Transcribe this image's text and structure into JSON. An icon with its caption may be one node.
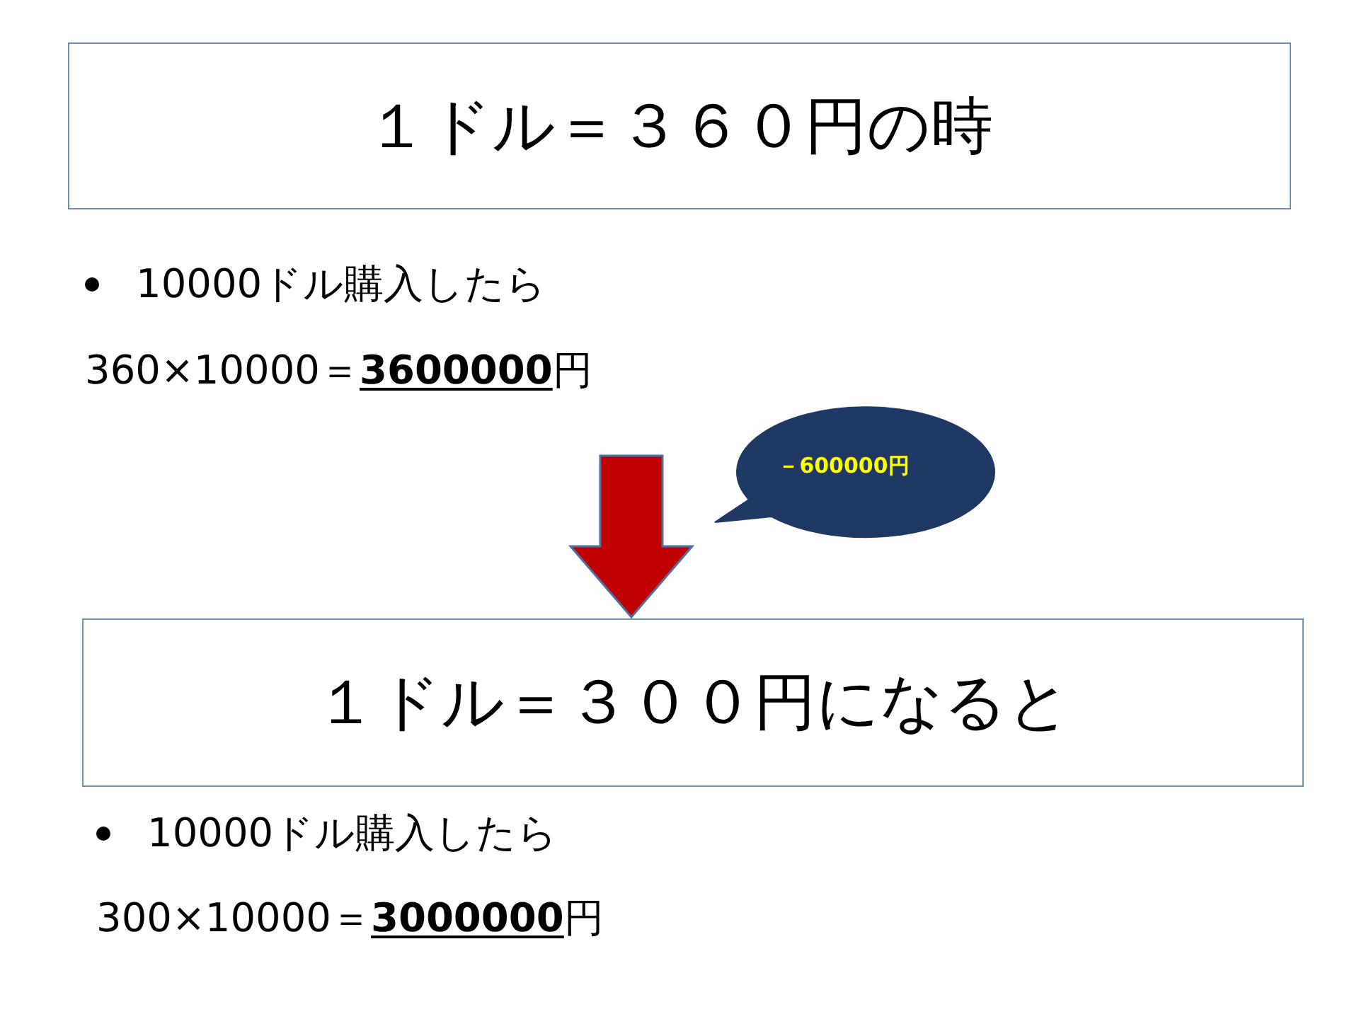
{
  "diagram": {
    "nodes": [
      {
        "text": [
          "１ドル＝３６０円の時"
        ]
      },
      {
        "text": [
          "１ドル＝３００円になると"
        ]
      },
      {
        "text": [
          "－600000円"
        ]
      }
    ],
    "edges": [
      {
        "from": null,
        "to": 1,
        "arrow": "to",
        "style": "thick",
        "color": "#c00000"
      }
    ],
    "labels": [
      "10000ドル購入したら",
      "360×10000＝**3600000**円",
      "10000ドル購入したら",
      "300×10000＝**3000000**円"
    ]
  }
}
